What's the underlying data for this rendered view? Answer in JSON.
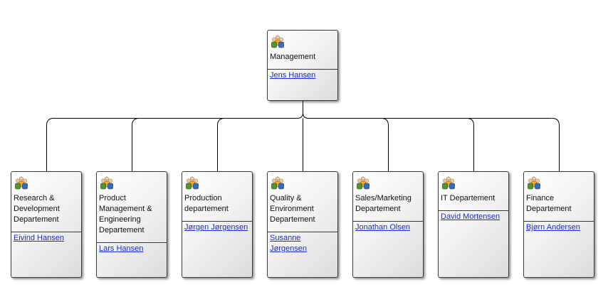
{
  "colors": {
    "line": "#000000",
    "border": "#3a3a3a",
    "link": "#1a2bd0",
    "icon_yellow": "#f2b01e",
    "icon_green": "#4a9a2a",
    "icon_blue": "#2f6fc7"
  },
  "icon": "group-people-icon",
  "root": {
    "title": "Management",
    "person": "Jens Hansen"
  },
  "departments": [
    {
      "title": "Research & Development Departement",
      "person": "Eivind Hansen"
    },
    {
      "title": "Product Management & Engineering Departement",
      "person": "Lars Hansen"
    },
    {
      "title": "Production departement",
      "person": "Jørgen Jørgensen"
    },
    {
      "title": "Quality & Environment Departement",
      "person": "Susanne Jørgensen"
    },
    {
      "title": "Sales/Marketing Departement",
      "person": "Jonathan Olsen"
    },
    {
      "title": "IT Departement",
      "person": "David Mortensen"
    },
    {
      "title": "Finance Departement",
      "person": "Bjørn Andersen"
    }
  ]
}
